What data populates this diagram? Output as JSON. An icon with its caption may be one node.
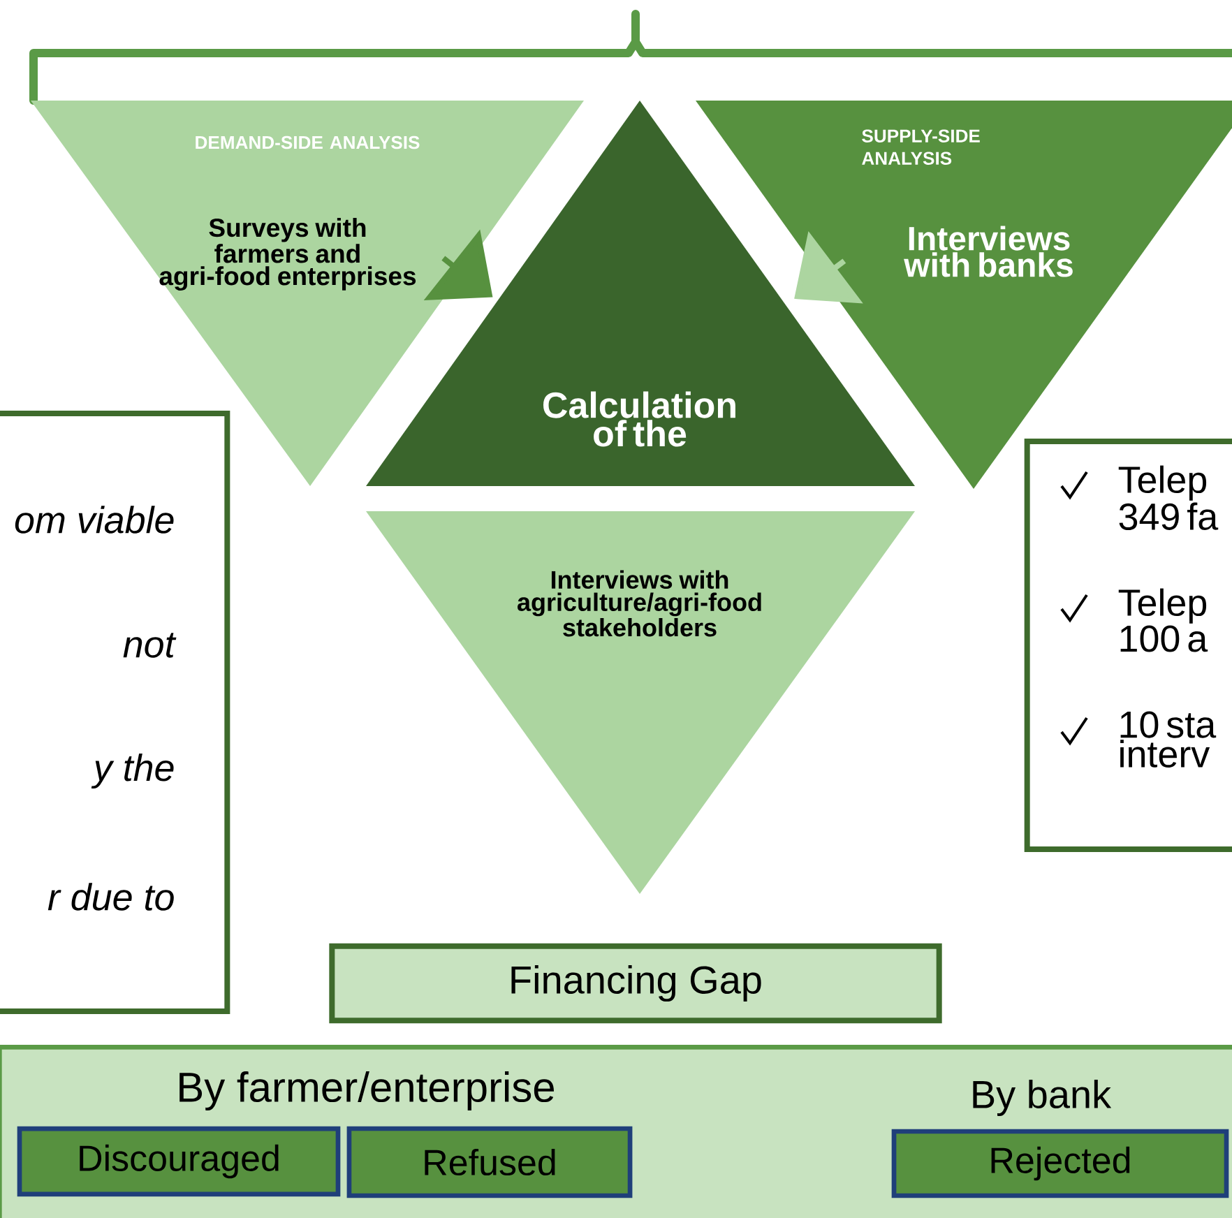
{
  "diagram": {
    "nodes": [
      {
        "text": [
          "DEMAND-SIDE ANALYSIS",
          "Surveys with farmers and agri-food enterprises"
        ]
      },
      {
        "text": [
          "Calculation of the"
        ]
      },
      {
        "text": [
          "SUPPLY-SIDE ANALYSIS",
          "Interviews with banks"
        ]
      },
      {
        "text": [
          "Interviews with agriculture/agri-food stakeholders"
        ]
      },
      {
        "text": [
          "om viable",
          "not",
          "y the",
          "r due to"
        ]
      },
      {
        "text": [
          "Telep 349 fa",
          "Telep 100 a",
          "10 sta interv"
        ]
      },
      {
        "text": [
          "Financing Gap"
        ]
      },
      {
        "text": [
          "By farmer/enterprise",
          "By bank"
        ]
      },
      {
        "text": [
          "Discouraged"
        ],
        "in": 7
      },
      {
        "text": [
          "Refused"
        ],
        "in": 7
      },
      {
        "text": [
          "Rejected"
        ],
        "in": 7
      }
    ],
    "edges": [
      {
        "from": 0,
        "to": 1,
        "arrow": "to",
        "color": "#57913f"
      },
      {
        "from": 2,
        "to": 1,
        "arrow": "to",
        "color": "#acd5a0"
      }
    ]
  }
}
